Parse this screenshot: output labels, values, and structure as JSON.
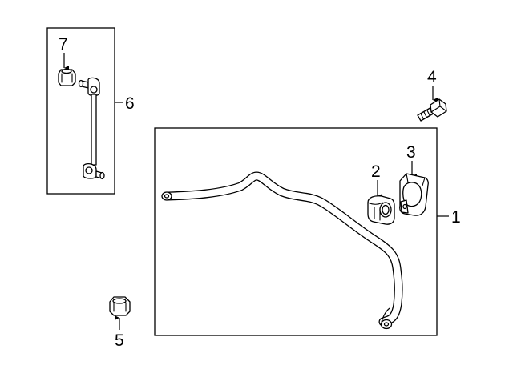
{
  "callouts": {
    "bar": "1",
    "bushing": "2",
    "bracket": "3",
    "bolt": "4",
    "nut_lower": "5",
    "link": "6",
    "nut_upper": "7"
  }
}
